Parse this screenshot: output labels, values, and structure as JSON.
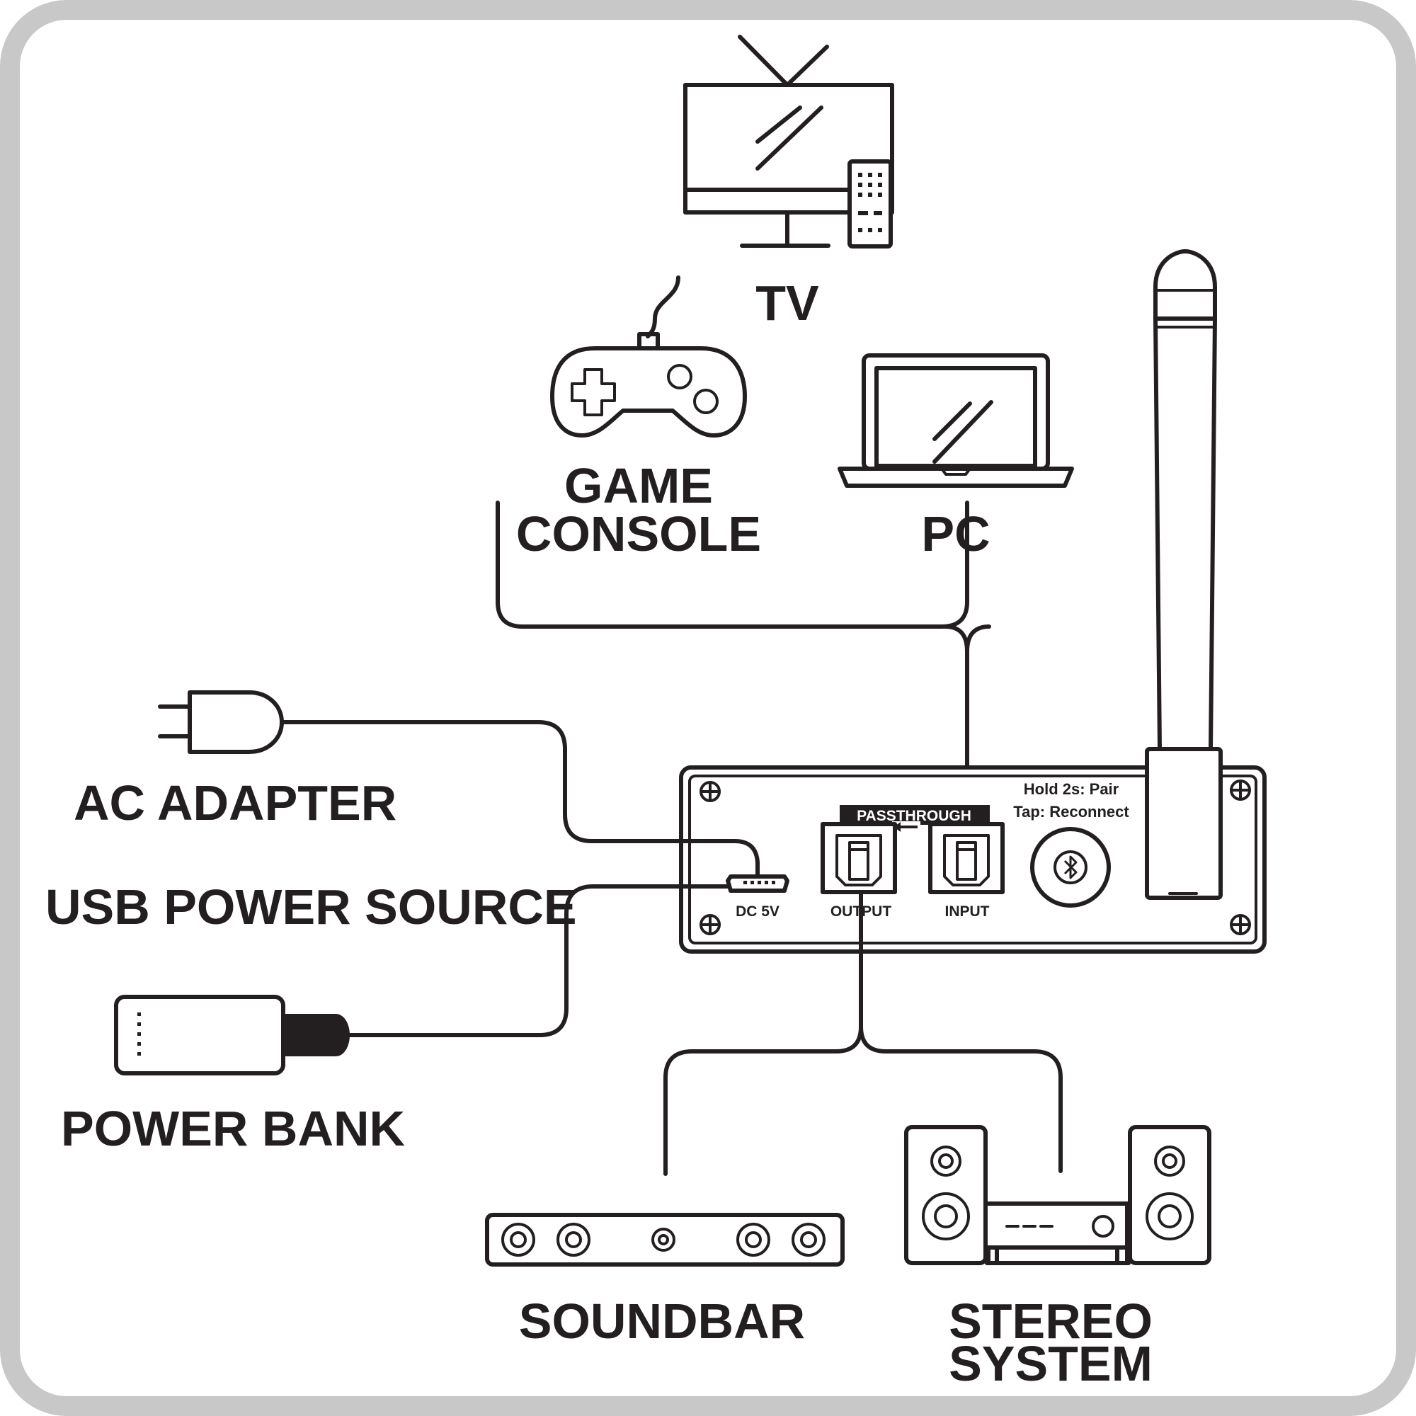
{
  "labels": {
    "tv": "TV",
    "game_console_line1": "GAME",
    "game_console_line2": "CONSOLE",
    "pc": "PC",
    "ac_adapter": "AC ADAPTER",
    "usb_power_source": "USB POWER SOURCE",
    "power_bank": "POWER BANK",
    "soundbar": "SOUNDBAR",
    "stereo_line1": "STEREO",
    "stereo_line2": "SYSTEM"
  },
  "device_panel": {
    "passthrough": "PASSTHROUGH",
    "dc_port": "DC 5V",
    "output_port": "OUTPUT",
    "input_port": "INPUT",
    "hint_pair": "Hold 2s: Pair",
    "hint_reconnect": "Tap: Reconnect"
  },
  "icons": [
    "tv-icon",
    "remote-icon",
    "gamepad-icon",
    "laptop-icon",
    "plug-icon",
    "power-bank-icon",
    "soundbar-icon",
    "stereo-icon",
    "antenna-icon",
    "bluetooth-icon"
  ],
  "colors": {
    "line": "#231f20",
    "frame": "#c8c8c8",
    "background": "#ffffff"
  }
}
